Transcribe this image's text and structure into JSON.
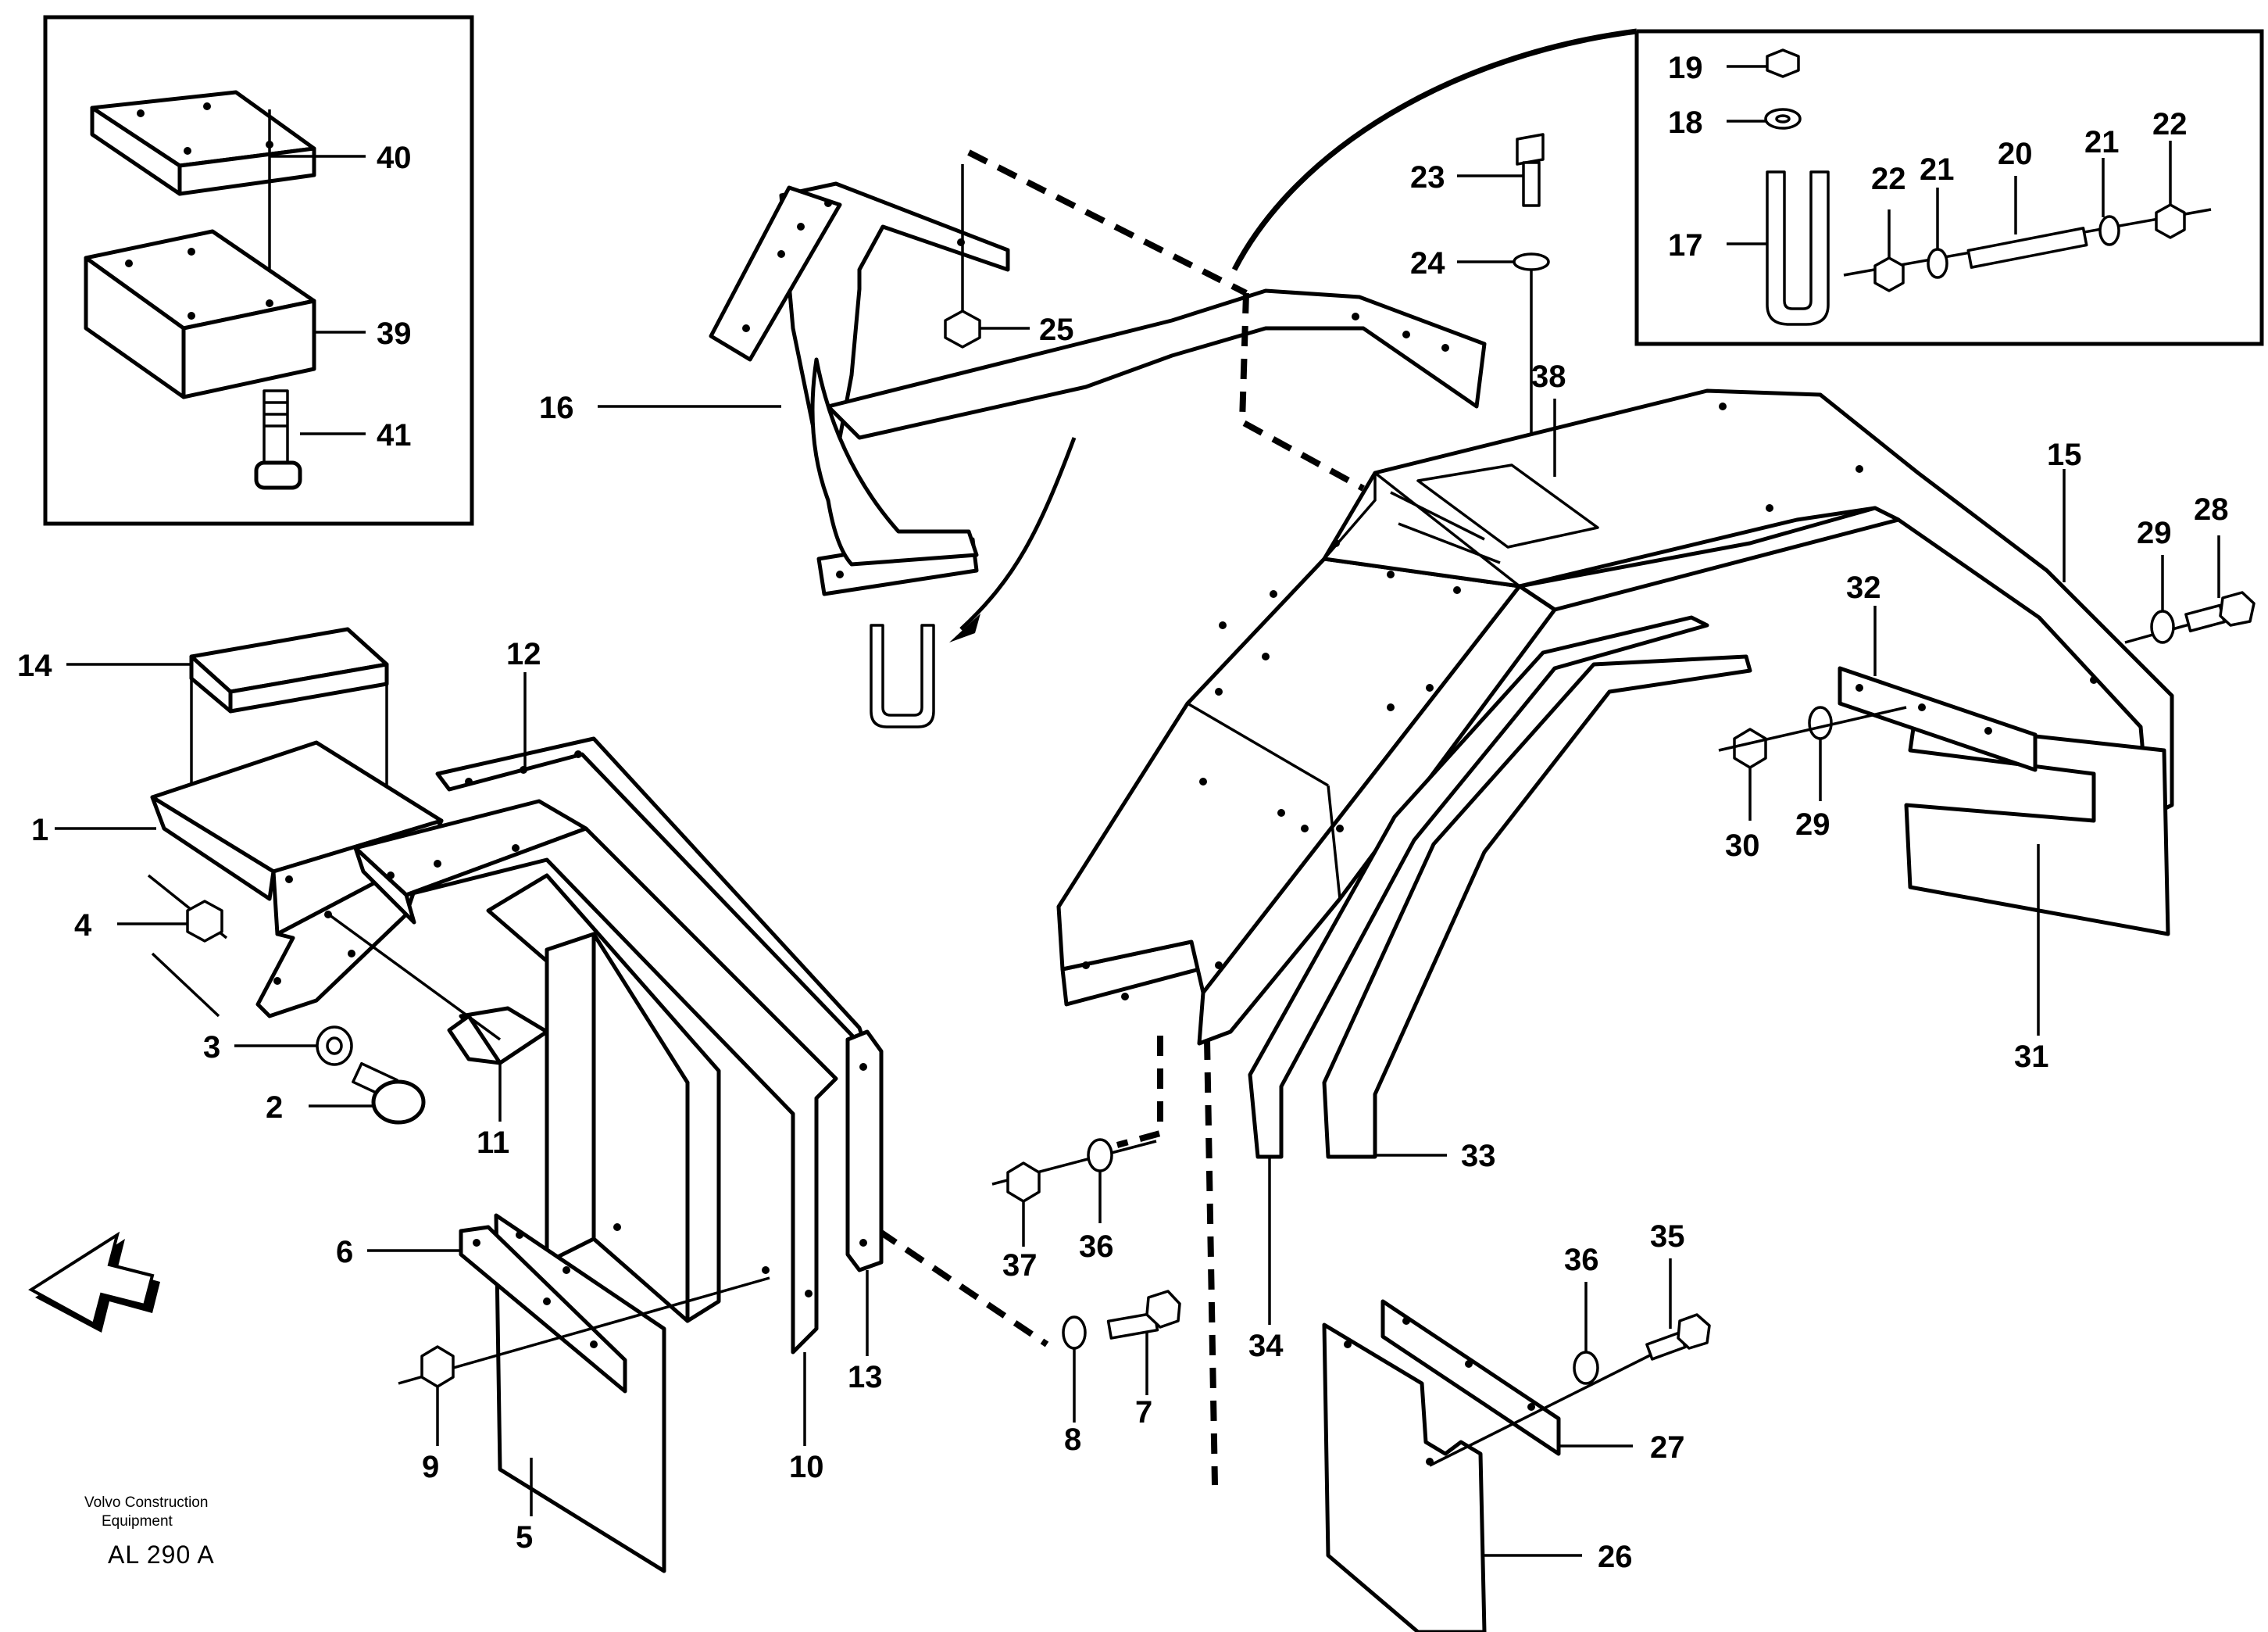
{
  "callouts": {
    "c1": "1",
    "c2": "2",
    "c3": "3",
    "c4": "4",
    "c5": "5",
    "c6": "6",
    "c7": "7",
    "c8": "8",
    "c9": "9",
    "c10": "10",
    "c11": "11",
    "c12": "12",
    "c13": "13",
    "c14": "14",
    "c15": "15",
    "c16": "16",
    "c17": "17",
    "c18": "18",
    "c19": "19",
    "c20": "20",
    "c21a": "21",
    "c21b": "21",
    "c22a": "22",
    "c22b": "22",
    "c23": "23",
    "c24": "24",
    "c25": "25",
    "c26": "26",
    "c27": "27",
    "c28": "28",
    "c29a": "29",
    "c29b": "29",
    "c30": "30",
    "c31": "31",
    "c32": "32",
    "c33": "33",
    "c34": "34",
    "c35": "35",
    "c36a": "36",
    "c36b": "36",
    "c37": "37",
    "c38": "38",
    "c39": "39",
    "c40": "40",
    "c41": "41"
  },
  "footer": {
    "caption_line1": "Volvo Construction",
    "caption_line2": "Equipment",
    "figure_id": "AL 290 A"
  },
  "icons": {
    "direction_arrow": "arrow-down-left-icon"
  }
}
